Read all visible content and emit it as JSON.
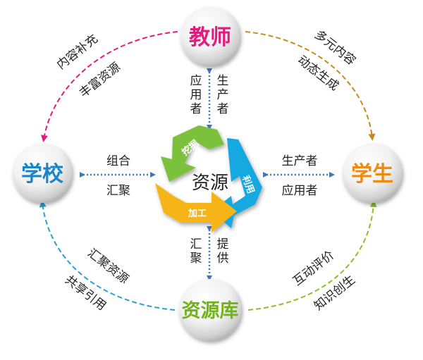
{
  "nodes": {
    "teacher": {
      "label": "教师",
      "color": "#e6197e"
    },
    "school": {
      "label": "学校",
      "color": "#1a84c8"
    },
    "student": {
      "label": "学生",
      "color": "#ee8a12"
    },
    "library": {
      "label": "资源库",
      "color": "#72b31a"
    }
  },
  "center": {
    "label": "资源",
    "segments": {
      "mine": "挖掘",
      "use": "利用",
      "process": "加工"
    },
    "colors": {
      "green": "#7cc13a",
      "blue": "#18a8e0",
      "yellow": "#f6b417"
    }
  },
  "edges": {
    "teacher_school": {
      "line1": "内容补充",
      "line2": "丰富资源",
      "color": "#e6197e"
    },
    "teacher_student": {
      "line1": "多元内容",
      "line2": "动态生成",
      "color": "#c8891d"
    },
    "school_library": {
      "line1": "汇聚资源",
      "line2": "共享引用",
      "color": "#2a9fd8"
    },
    "library_student": {
      "line1": "互动评价",
      "line2": "知识创生",
      "color": "#8cbf2a"
    },
    "teacher_center": {
      "left": "应用者",
      "right": "生产者"
    },
    "school_center": {
      "top": "组合",
      "bottom": "汇聚"
    },
    "student_center": {
      "top": "生产者",
      "bottom": "应用者"
    },
    "library_center": {
      "left": "汇聚",
      "right": "提供"
    }
  }
}
